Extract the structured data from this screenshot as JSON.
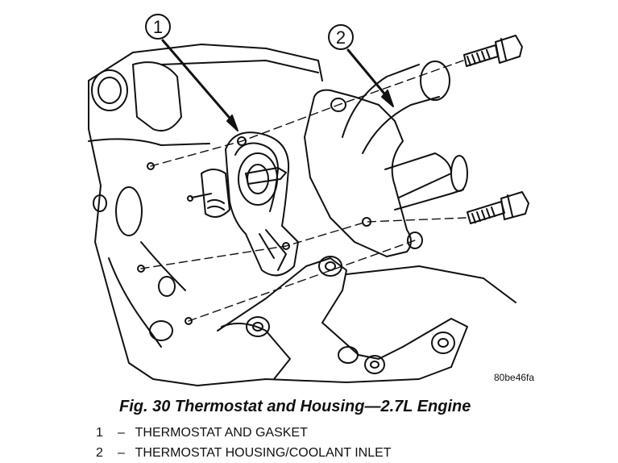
{
  "figure": {
    "caption": "Fig. 30 Thermostat and Housing—2.7L Engine",
    "ref_code": "80be46fa",
    "callouts": [
      {
        "number": "1",
        "label": "THERMOSTAT AND GASKET"
      },
      {
        "number": "2",
        "label": "THERMOSTAT HOUSING/COOLANT INLET"
      }
    ],
    "legend_separator": "–"
  }
}
